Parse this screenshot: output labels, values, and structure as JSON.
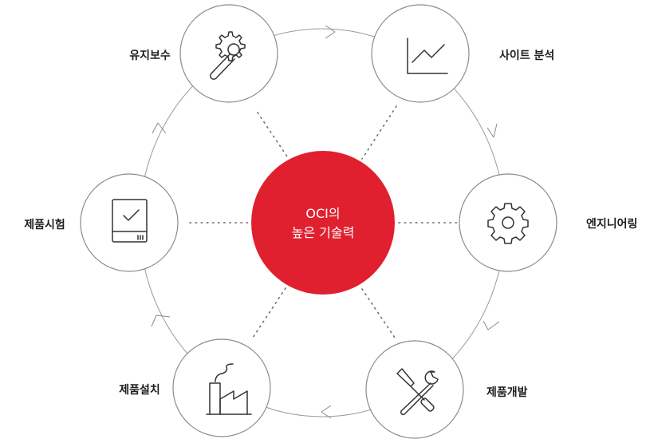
{
  "center": {
    "line1": "OCI의",
    "line2": "높은 기술력",
    "color": "#e0202f"
  },
  "nodes": {
    "maintenance": {
      "label": "유지보수",
      "icon": "wrench-gear-icon"
    },
    "site_analysis": {
      "label": "사이트 분석",
      "icon": "line-chart-icon"
    },
    "engineering": {
      "label": "엔지니어링",
      "icon": "gear-icon"
    },
    "development": {
      "label": "제품개발",
      "icon": "crossed-tools-icon"
    },
    "installation": {
      "label": "제품설치",
      "icon": "factory-icon"
    },
    "testing": {
      "label": "제품시험",
      "icon": "test-device-icon"
    }
  },
  "colors": {
    "ring": "#9a9a9a",
    "node_border": "#8a8a8a",
    "icon": "#333333",
    "accent": "#e0202f"
  }
}
